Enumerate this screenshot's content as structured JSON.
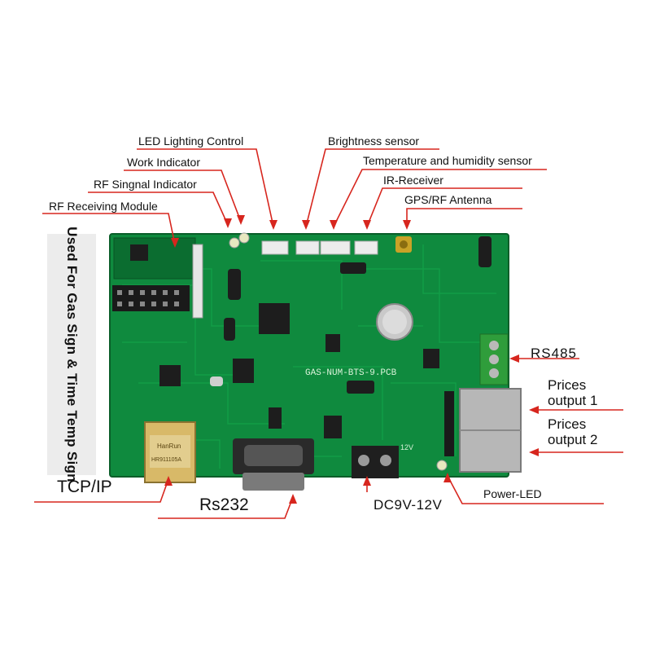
{
  "colors": {
    "board": "#0f8a3e",
    "board_dark": "#0b6d30",
    "arrow": "#d7261e",
    "chip": "#1d1d1d"
  },
  "side_label": "Used For Gas Sign & Time Temp Sign",
  "labels": {
    "led_lighting_control": "LED Lighting Control",
    "brightness_sensor": "Brightness sensor",
    "work_indicator": "Work Indicator",
    "temperature_humidity_sensor": "Temperature and humidity sensor",
    "rf_signal_indicator": "RF Singnal Indicator",
    "ir_receiver": "IR-Receiver",
    "rf_receiving_module": "RF Receiving Module",
    "gps_rf_antenna": "GPS/RF Antenna",
    "rs485": "RS485",
    "prices_output_1_line1": "Prices",
    "prices_output_1_line2": "output 1",
    "prices_output_2_line1": "Prices",
    "prices_output_2_line2": "output 2",
    "tcp_ip": "TCP/IP",
    "rs232": "Rs232",
    "dc_voltage": "DC9V-12V",
    "power_led": "Power-LED"
  },
  "board_text": {
    "pcb_marking": "GAS-NUM-BTS-9.PCB",
    "rj45_brand": "HanRun",
    "rj45_model": "HR911105A",
    "terminal_12v": "12V"
  }
}
